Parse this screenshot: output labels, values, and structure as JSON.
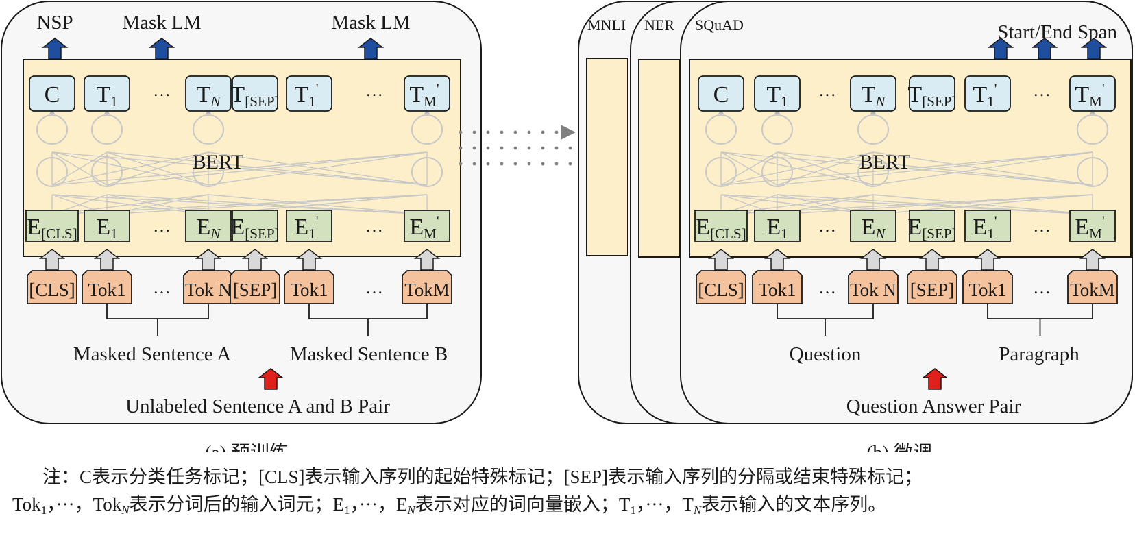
{
  "colors": {
    "panel_bg": "#f7f7f7",
    "bert_bg": "#fdefc9",
    "output_box": "#d9ecf3",
    "embed_box": "#d4e1bf",
    "token_box": "#f4c29c",
    "output_arrow": "#1f4e9f",
    "input_arrow": "#e0201b",
    "gray_arrow": "#d9d9d9",
    "connector": "#808080",
    "neuron": "#c8c8c8"
  },
  "pretrain": {
    "heads": [
      "NSP",
      "Mask LM",
      "Mask LM"
    ],
    "model_label": "BERT",
    "outputs": [
      {
        "base": "C",
        "sub": "",
        "prime": false
      },
      {
        "base": "T",
        "sub": "1",
        "prime": false
      },
      {
        "base": "…",
        "sub": "",
        "prime": false,
        "ellipsis": true
      },
      {
        "base": "T",
        "sub": "N",
        "italic": true,
        "prime": false
      },
      {
        "base": "T",
        "sub": "[SEP]",
        "prime": false
      },
      {
        "base": "T",
        "sub": "1",
        "prime": true
      },
      {
        "base": "…",
        "sub": "",
        "prime": false,
        "ellipsis": true
      },
      {
        "base": "T",
        "sub": "M",
        "prime": true
      }
    ],
    "embeddings": [
      {
        "base": "E",
        "sub": "[CLS]",
        "prime": false
      },
      {
        "base": "E",
        "sub": "1",
        "prime": false
      },
      {
        "base": "…",
        "sub": "",
        "ellipsis": true
      },
      {
        "base": "E",
        "sub": "N",
        "italic": true,
        "prime": false
      },
      {
        "base": "E",
        "sub": "[SEP]",
        "prime": false
      },
      {
        "base": "E",
        "sub": "1",
        "prime": true
      },
      {
        "base": "…",
        "sub": "",
        "ellipsis": true
      },
      {
        "base": "E",
        "sub": "M",
        "prime": true
      }
    ],
    "tokens": [
      "[CLS]",
      "Tok1",
      "…",
      "Tok N",
      "[SEP]",
      "Tok1",
      "…",
      "TokM"
    ],
    "segment_a": "Masked Sentence A",
    "segment_b": "Masked Sentence B",
    "input_label": "Unlabeled Sentence A and B Pair",
    "caption": "(a) 预训练"
  },
  "finetune": {
    "tasks": [
      "MNLI",
      "NER",
      "SQuAD"
    ],
    "head": "Start/End Span",
    "model_label": "BERT",
    "outputs": [
      {
        "base": "C",
        "sub": "",
        "prime": false
      },
      {
        "base": "T",
        "sub": "1",
        "prime": false
      },
      {
        "base": "…",
        "sub": "",
        "ellipsis": true
      },
      {
        "base": "T",
        "sub": "N",
        "italic": true,
        "prime": false
      },
      {
        "base": "T",
        "sub": "[SEP]",
        "prime": false
      },
      {
        "base": "T",
        "sub": "1",
        "prime": true
      },
      {
        "base": "…",
        "sub": "",
        "ellipsis": true
      },
      {
        "base": "T",
        "sub": "M",
        "prime": true
      }
    ],
    "embeddings": [
      {
        "base": "E",
        "sub": "[CLS]",
        "prime": false
      },
      {
        "base": "E",
        "sub": "1",
        "prime": false
      },
      {
        "base": "…",
        "sub": "",
        "ellipsis": true
      },
      {
        "base": "E",
        "sub": "N",
        "italic": true,
        "prime": false
      },
      {
        "base": "E",
        "sub": "[SEP]",
        "prime": false
      },
      {
        "base": "E",
        "sub": "1",
        "prime": true
      },
      {
        "base": "…",
        "sub": "",
        "ellipsis": true
      },
      {
        "base": "E",
        "sub": "M",
        "prime": true
      }
    ],
    "tokens": [
      "[CLS]",
      "Tok1",
      "…",
      "Tok N",
      "[SEP]",
      "Tok1",
      "…",
      "TokM"
    ],
    "segment_a": "Question",
    "segment_b": "Paragraph",
    "input_label": "Question Answer Pair",
    "caption": "(b) 微调"
  },
  "note": {
    "line1": "注：C表示分类任务标记；[CLS]表示输入序列的起始特殊标记；[SEP]表示输入序列的分隔或结束特殊标记；",
    "line2_parts": {
      "tok": "Tok",
      "tok_sub1": "1",
      "sep1": "，···，",
      "tok_subN": "N",
      "desc1": "表示分词后的输入词元；",
      "e": "E",
      "e_sub1": "1",
      "sep2": "，···，",
      "e_subN": "N",
      "desc2": "表示对应的词向量嵌入；",
      "t": "T",
      "t_sub1": "1",
      "sep3": "，···，",
      "t_subN": "N",
      "desc3": "表示输入的文本序列。"
    }
  }
}
